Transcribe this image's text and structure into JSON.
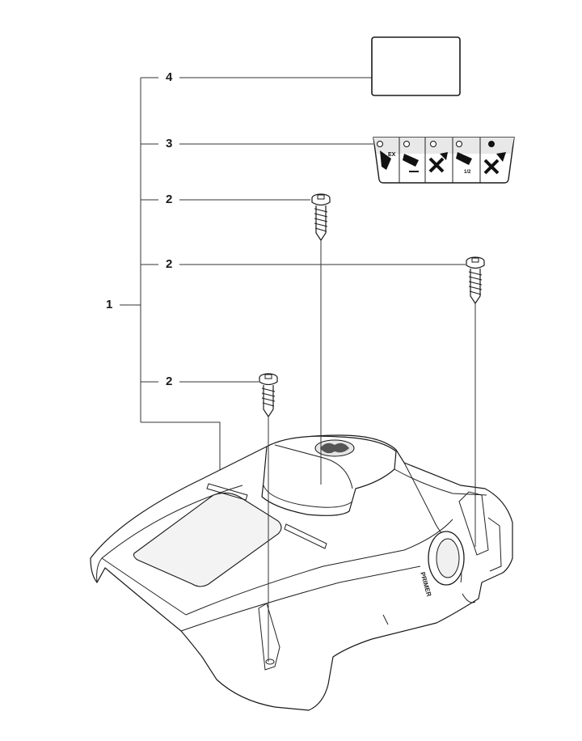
{
  "callouts": {
    "assembly": "1",
    "screw_top": "2",
    "screw_right": "2",
    "screw_lower": "2",
    "decal": "3",
    "label_plate": "4"
  },
  "decal_icons": [
    "choke-icon",
    "primer-icon",
    "stop-icon",
    "half-choke-icon",
    "run-icon"
  ],
  "cover_text": {
    "primer_label": "PRIMER"
  }
}
